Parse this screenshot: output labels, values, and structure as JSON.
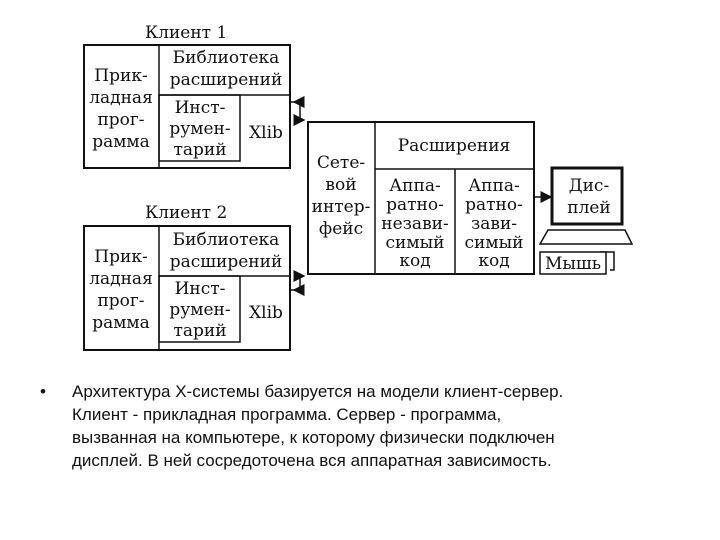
{
  "client1": {
    "title": "Клиент 1",
    "app": [
      "Прик-",
      "ладная",
      "прог-",
      "рамма"
    ],
    "library": [
      "Библиотека",
      "расширений"
    ],
    "tools": [
      "Инст-",
      "румен-",
      "тарий"
    ],
    "xlib": "Xlib"
  },
  "client2": {
    "title": "Клиент 2",
    "app": [
      "Прик-",
      "ладная",
      "прог-",
      "рамма"
    ],
    "library": [
      "Библиотека",
      "расширений"
    ],
    "tools": [
      "Инст-",
      "румен-",
      "тарий"
    ],
    "xlib": "Xlib"
  },
  "server": {
    "network": [
      "Сете-",
      "вой",
      "интер-",
      "фейс"
    ],
    "extensions": "Расширения",
    "hw_independent": [
      "Аппа-",
      "ратно-",
      "незави-",
      "симый",
      "код"
    ],
    "hw_dependent": [
      "Аппа-",
      "ратно-",
      "зави-",
      "симый",
      "код"
    ]
  },
  "devices": {
    "display": [
      "Дис-",
      "плей"
    ],
    "mouse": "Мышь"
  },
  "bullet": {
    "mark": "•",
    "text": "Архитектура X-системы базируется на модели клиент-сервер.\nКлиент - прикладная программа. Сервер - программа,\nвызванная на компьютере, к которому физически подключен\nдисплей. В ней сосредоточена вся аппаратная зависимость."
  }
}
